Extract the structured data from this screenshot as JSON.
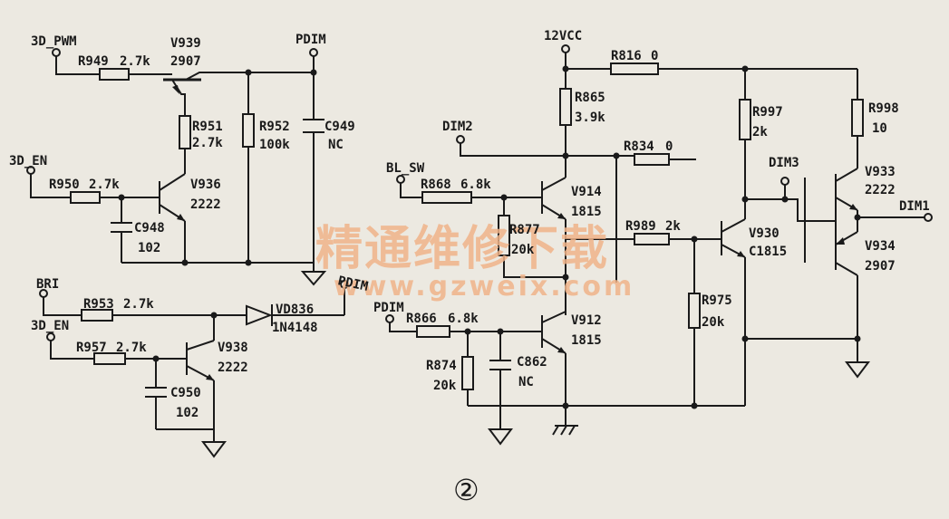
{
  "circuit": {
    "nets": {
      "pwm3d": "3D_PWM",
      "pdim_top": "PDIM",
      "en3d_a": "3D_EN",
      "bri": "BRI",
      "pdim_diode": "PDIM",
      "en3d_b": "3D_EN",
      "vcc": "12VCC",
      "dim2": "DIM2",
      "bl_sw": "BL_SW",
      "pdim_low": "PDIM",
      "dim3": "DIM3",
      "dim1": "DIM1"
    },
    "components": {
      "R949": {
        "name": "R949",
        "value": "2.7k"
      },
      "V939": {
        "name": "V939",
        "value": "2907"
      },
      "R951": {
        "name": "R951",
        "value": "2.7k"
      },
      "R952": {
        "name": "R952",
        "value": "100k"
      },
      "C949": {
        "name": "C949",
        "value": "NC"
      },
      "R950": {
        "name": "R950",
        "value": "2.7k"
      },
      "V936": {
        "name": "V936",
        "value": "2222"
      },
      "C948": {
        "name": "C948",
        "value": "102"
      },
      "R953": {
        "name": "R953",
        "value": "2.7k"
      },
      "VD836": {
        "name": "VD836",
        "value": "1N4148"
      },
      "R957": {
        "name": "R957",
        "value": "2.7k"
      },
      "V938": {
        "name": "V938",
        "value": "2222"
      },
      "C950": {
        "name": "C950",
        "value": "102"
      },
      "R816": {
        "name": "R816",
        "value": "0"
      },
      "R865": {
        "name": "R865",
        "value": "3.9k"
      },
      "R834": {
        "name": "R834",
        "value": "0"
      },
      "R868": {
        "name": "R868",
        "value": "6.8k"
      },
      "V914": {
        "name": "V914",
        "value": "1815"
      },
      "R877": {
        "name": "R877",
        "value": "20k"
      },
      "R989": {
        "name": "R989",
        "value": "2k"
      },
      "R866": {
        "name": "R866",
        "value": "6.8k"
      },
      "V912": {
        "name": "V912",
        "value": "1815"
      },
      "R874": {
        "name": "R874",
        "value": "20k"
      },
      "C862": {
        "name": "C862",
        "value": "NC"
      },
      "R975": {
        "name": "R975",
        "value": "20k"
      },
      "R997": {
        "name": "R997",
        "value": "2k"
      },
      "V930": {
        "name": "V930",
        "value": "C1815"
      },
      "R998": {
        "name": "R998",
        "value": "10"
      },
      "V933": {
        "name": "V933",
        "value": "2222"
      },
      "V934": {
        "name": "V934",
        "value": "2907"
      }
    },
    "figure_number": "②"
  },
  "watermark": {
    "title": "精通维修下载",
    "url": "www.gzweix.com",
    "color": "#f0b48a"
  },
  "colors": {
    "ink": "#1a1a1a",
    "paper": "#ece9e1"
  }
}
